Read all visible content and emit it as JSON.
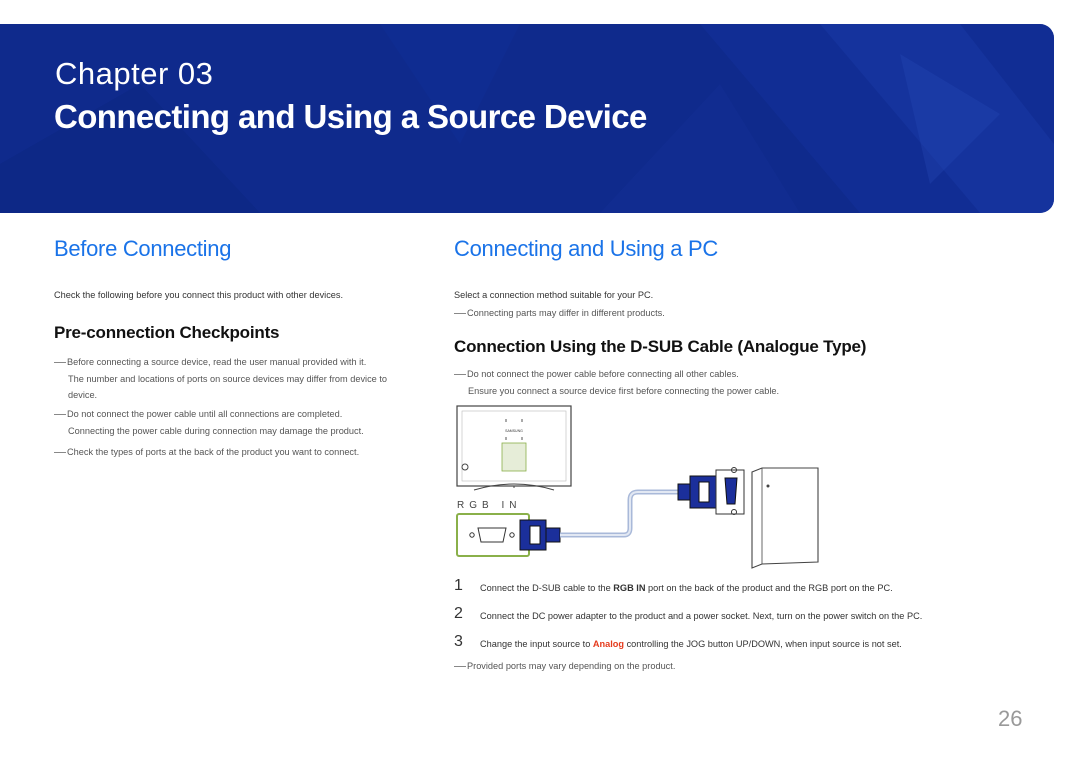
{
  "chapter": {
    "label": "Chapter  03",
    "title": "Connecting and Using a Source Device"
  },
  "left": {
    "heading": "Before Connecting",
    "intro": "Check the following before you connect this product with other devices.",
    "subheading": "Pre-connection Checkpoints",
    "notes": [
      {
        "line1": "Before connecting a source device, read the user manual provided with it.",
        "line2": "The number and locations of ports on source devices may differ from device to",
        "line3": "device."
      },
      {
        "line1": "Do not connect the power cable until all connections are completed.",
        "line2": "Connecting the power cable during connection may damage the product."
      },
      {
        "line1": "Check the types of ports at the back of the product you want to connect."
      }
    ]
  },
  "right": {
    "heading": "Connecting and Using a PC",
    "intro": "Select a connection method suitable for your PC.",
    "intro_note": "Connecting parts may differ in different products.",
    "subheading": "Connection Using the D-SUB Cable (Analogue Type)",
    "sub_notes": {
      "line1": "Do not connect the power cable before connecting all other cables.",
      "line2": "Ensure you connect a source device first before connecting the power cable."
    },
    "diagram": {
      "port_label": "RGB IN",
      "brand": "SAMSUNG",
      "colors": {
        "cable_blue": "#1b2f9b",
        "port_green": "#8ab04a"
      }
    },
    "steps": [
      {
        "num": "1",
        "pre": "Connect the D-SUB cable to the ",
        "b1": "RGB IN",
        "mid": " port on the back of the product and the RGB port on the PC."
      },
      {
        "num": "2",
        "text": "Connect the DC power adapter to the product and a power socket. Next, turn on the power switch on the PC."
      },
      {
        "num": "3",
        "pre": "Change the input source to ",
        "accent": "Analog",
        "post": " controlling the JOG button UP/DOWN, when input source is not set."
      }
    ],
    "footer_note": "Provided ports may vary depending on the product."
  },
  "page_number": "26",
  "colors": {
    "banner": "#0f2a8c",
    "heading_blue": "#1a73e8",
    "accent_red": "#e53b1d"
  }
}
